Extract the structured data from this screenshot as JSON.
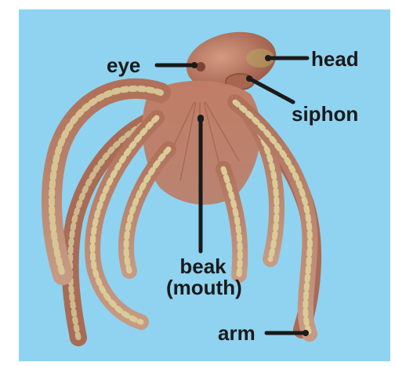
{
  "labels": {
    "eye": "eye",
    "head": "head",
    "siphon": "siphon",
    "beak_line1": "beak",
    "beak_line2": "(mouth)",
    "arm": "arm"
  },
  "colors": {
    "background": "#8fd3f0",
    "body": "#b0705a",
    "body_light": "#d59a82",
    "sucker": "#d9cc98",
    "pointer": "#1a1a1a"
  }
}
